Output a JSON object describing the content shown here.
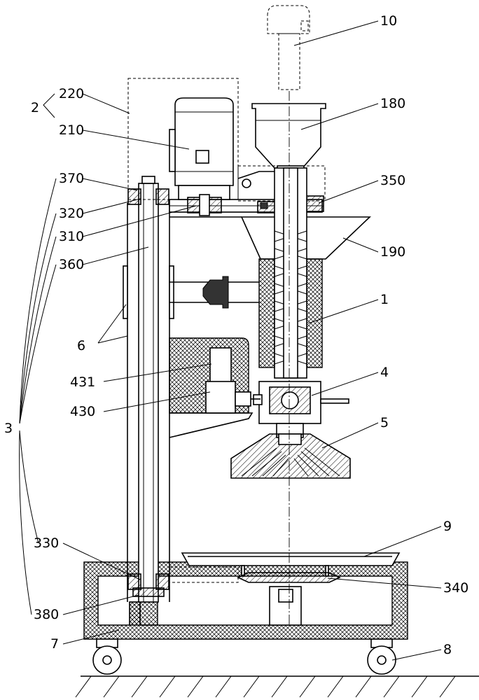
{
  "labels": {
    "l10": "10",
    "l220": "220",
    "l2": "2",
    "l210": "210",
    "l180": "180",
    "l370": "370",
    "l350": "350",
    "l320": "320",
    "l310": "310",
    "l190": "190",
    "l360": "360",
    "l1": "1",
    "l6": "6",
    "l431": "431",
    "l4": "4",
    "l430": "430",
    "l3": "3",
    "l5": "5",
    "l9": "9",
    "l330": "330",
    "l340": "340",
    "l380": "380",
    "l7": "7",
    "l8": "8"
  }
}
